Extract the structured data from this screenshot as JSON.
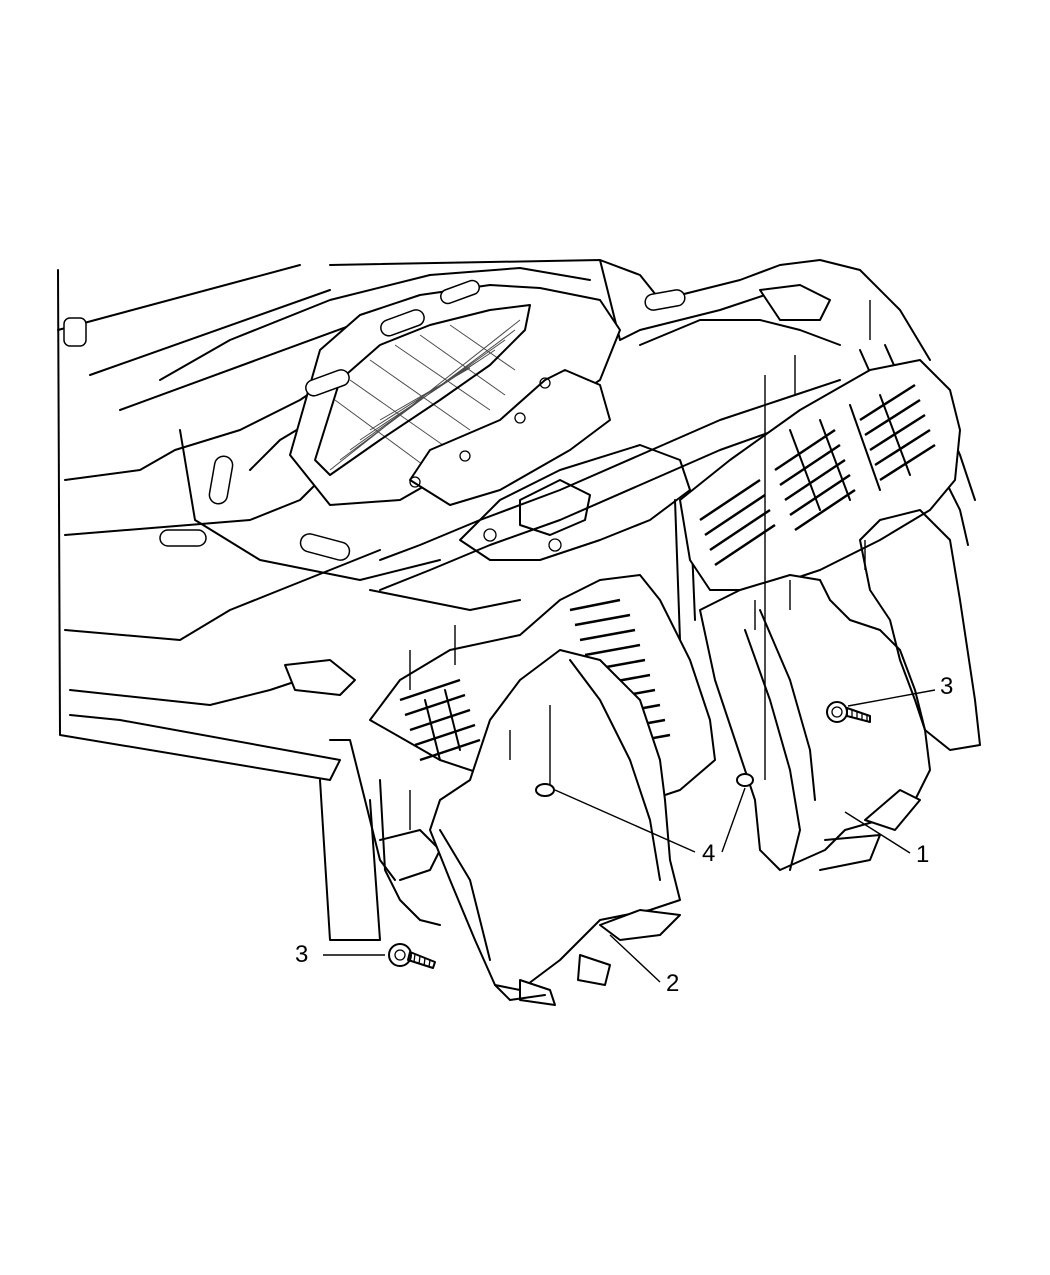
{
  "diagram": {
    "callouts": [
      {
        "id": "c1",
        "label": "1"
      },
      {
        "id": "c2",
        "label": "2"
      },
      {
        "id": "c3a",
        "label": "3"
      },
      {
        "id": "c3b",
        "label": "3"
      },
      {
        "id": "c4",
        "label": "4"
      }
    ]
  }
}
